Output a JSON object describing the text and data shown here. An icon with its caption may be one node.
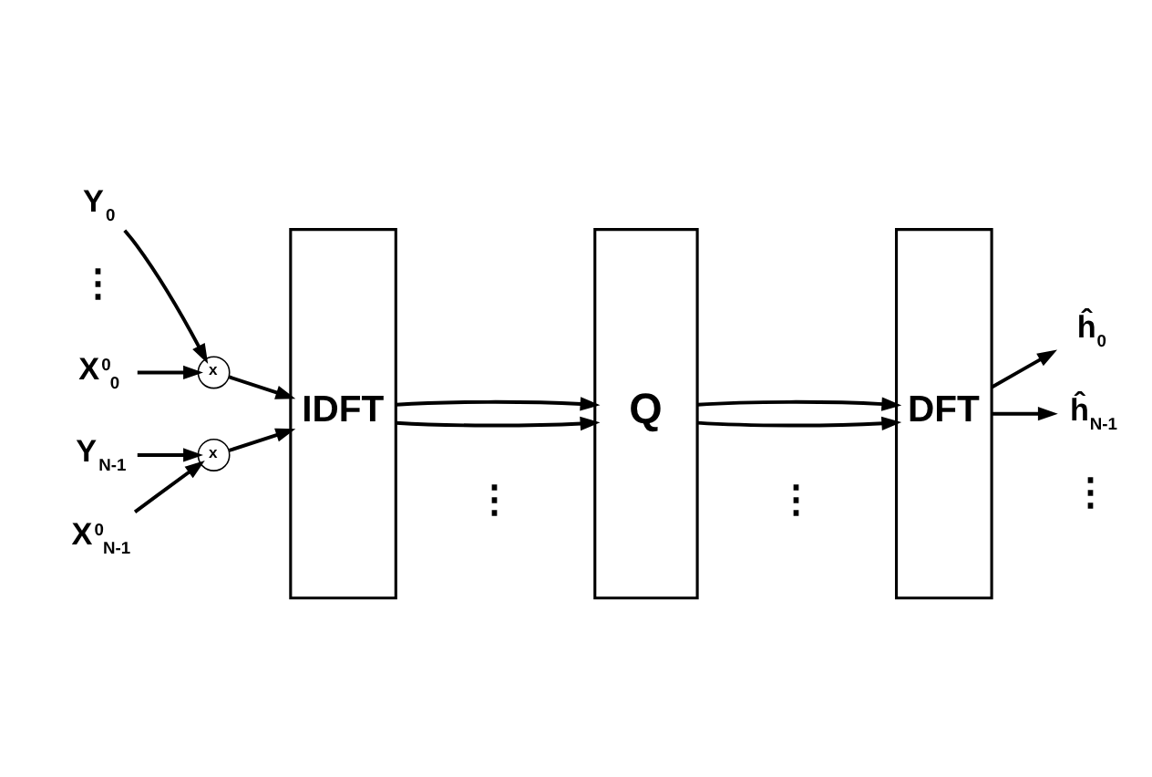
{
  "diagram": {
    "nodes": [
      {
        "text": [
          "Y$_{0}$"
        ]
      },
      {
        "text": [
          "X$^{0}$$_{0}$"
        ]
      },
      {
        "text": [
          "x"
        ]
      },
      {
        "text": [
          "Y$_{N-1}$"
        ]
      },
      {
        "text": [
          "X$^{0}$$_{N-1}$"
        ]
      },
      {
        "text": [
          "x"
        ]
      },
      {
        "text": [
          "IDFT"
        ]
      },
      {
        "text": [
          "Q"
        ]
      },
      {
        "text": [
          "DFT"
        ]
      },
      {
        "text": [
          "ĥ$_{0}$"
        ]
      },
      {
        "text": [
          "ĥ$_{N-1}$"
        ]
      }
    ],
    "edges": [
      {
        "from": 0,
        "to": 2,
        "arrow": "to"
      },
      {
        "from": 1,
        "to": 2,
        "arrow": "to"
      },
      {
        "from": 2,
        "to": 6,
        "arrow": "to"
      },
      {
        "from": 3,
        "to": 5,
        "arrow": "to"
      },
      {
        "from": 4,
        "to": 5,
        "arrow": "to"
      },
      {
        "from": 5,
        "to": 6,
        "arrow": "to"
      },
      {
        "from": 6,
        "to": 7,
        "arrow": "to"
      },
      {
        "from": 6,
        "to": 7,
        "arrow": "to"
      },
      {
        "from": 7,
        "to": 8,
        "arrow": "to"
      },
      {
        "from": 7,
        "to": 8,
        "arrow": "to"
      },
      {
        "from": 8,
        "to": 9,
        "arrow": "to"
      },
      {
        "from": 8,
        "to": 10,
        "arrow": "to"
      }
    ],
    "labels": [
      "⋮",
      "⋮",
      "⋮",
      "⋮"
    ]
  }
}
